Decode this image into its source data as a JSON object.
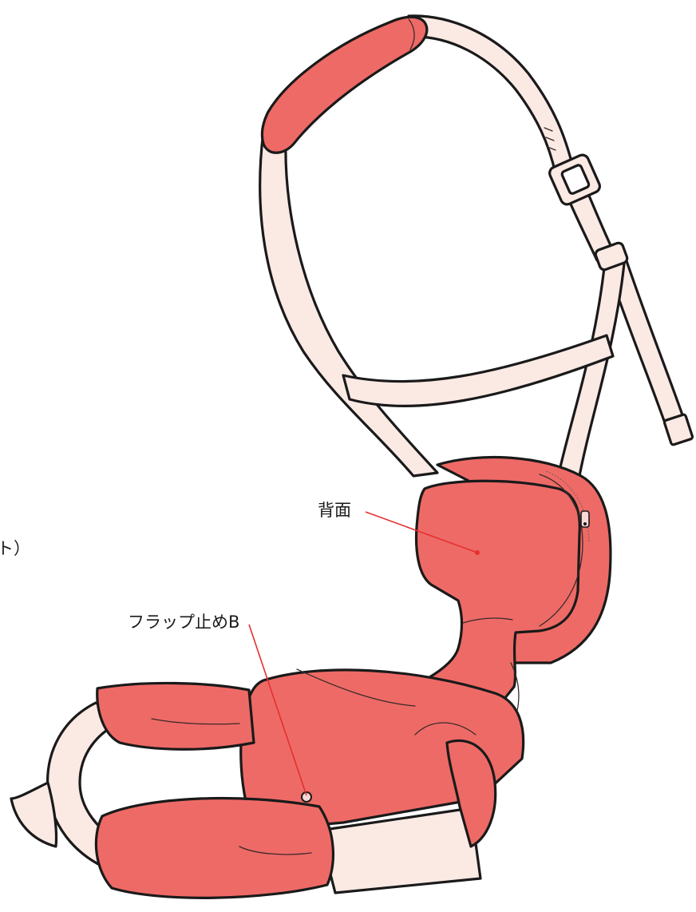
{
  "labels": {
    "back_panel": "背面",
    "flap_fastener_b": "フラップ止めB",
    "cut_off_fragment": "ト）"
  },
  "colors": {
    "fabric": "#ee6a66",
    "fabric_shadow": "#dd4e4c",
    "strap": "#fbe9e4",
    "outline": "#1a1a1a",
    "leader_line": "#e53030"
  },
  "illustration": {
    "subject": "baby-carrier",
    "parts": [
      "shoulder-strap",
      "shoulder-pad",
      "buckle",
      "strap-slider",
      "back-panel",
      "zipper",
      "waist-belt",
      "waist-pads",
      "flap-fastener-b"
    ]
  }
}
